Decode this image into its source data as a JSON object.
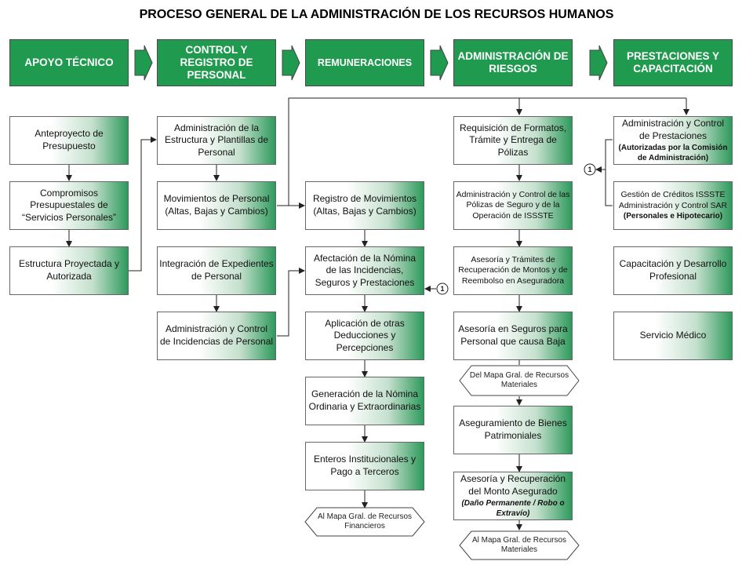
{
  "title": "PROCESO GENERAL DE LA ADMINISTRACIÓN DE LOS RECURSOS HUMANOS",
  "headers": [
    "APOYO TÉCNICO",
    "CONTROL Y REGISTRO DE PERSONAL",
    "REMUNERACIONES",
    "ADMINISTRACIÓN DE RIESGOS",
    "PRESTACIONES Y CAPACITACIÓN"
  ],
  "col1": {
    "b1": "Anteproyecto de Presupuesto",
    "b2": "Compromisos Presupuestales de “Servicios Personales”",
    "b3": "Estructura Proyectada y Autorizada"
  },
  "col2": {
    "b1": "Administración de la Estructura y Plantillas de Personal",
    "b2": "Movimientos de Personal (Altas, Bajas y Cambios)",
    "b3": "Integración de Expedientes de Personal",
    "b4": "Administración y Control de Incidencias de Personal"
  },
  "col3": {
    "b1": "Registro de Movimientos (Altas, Bajas y Cambios)",
    "b2": "Afectación de la Nómina de las Incidencias, Seguros y Prestaciones",
    "b3": "Aplicación de otras Deducciones y Percepciones",
    "b4": "Generación de la Nómina Ordinaria y Extraordinarias",
    "b5": "Enteros Institucionales y Pago a Terceros",
    "conn_bottom": "Al Mapa Gral. de Recursos Financieros"
  },
  "col4": {
    "b1": "Requisición de Formatos, Trámite y Entrega de Pólizas",
    "b2": "Administración y Control de las Pólizas de Seguro y de la Operación de ISSSTE",
    "b3": "Asesoría y Trámites de Recuperación de Montos y de Reembolso en Aseguradora",
    "b4": "Asesoría en Seguros para Personal que causa Baja",
    "conn_mid": "Del Mapa Gral. de Recursos Materiales",
    "b5": "Aseguramiento de Bienes Patrimoniales",
    "b6_main": "Asesoría y Recuperación del Monto Asegurado",
    "b6_sub": "(Daño Permanente / Robo o Extravío)",
    "conn_bottom": "Al Mapa Gral. de Recursos Materiales"
  },
  "col5": {
    "b1_main": "Administración y Control de Prestaciones",
    "b1_sub": "(Autorizadas por la Comisión de Administración)",
    "b2_main": "Gestión de Créditos ISSSTE Administración y Control SAR",
    "b2_sub": "(Personales e Hipotecario)",
    "b3": "Capacitación y Desarrollo Profesional",
    "b4": "Servicio Médico"
  },
  "connector_number": "1"
}
